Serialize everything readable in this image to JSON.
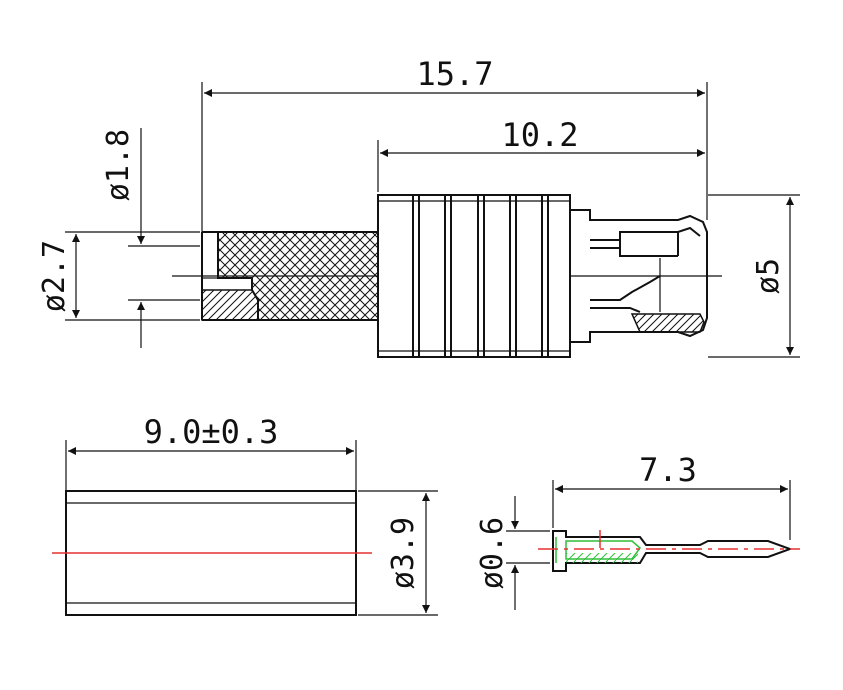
{
  "dimensions": {
    "overall_length": "15.7",
    "body_length": "10.2",
    "pin_diameter": "ø1.8",
    "cable_diameter": "ø2.7",
    "body_diameter": "ø5",
    "ferrule_length": "9.0±0.3",
    "ferrule_diameter": "ø3.9",
    "contact_length": "7.3",
    "contact_diameter": "ø0.6"
  },
  "colors": {
    "line": "#111111",
    "centerline": "#e53030",
    "highlight": "#2fbf3a"
  }
}
